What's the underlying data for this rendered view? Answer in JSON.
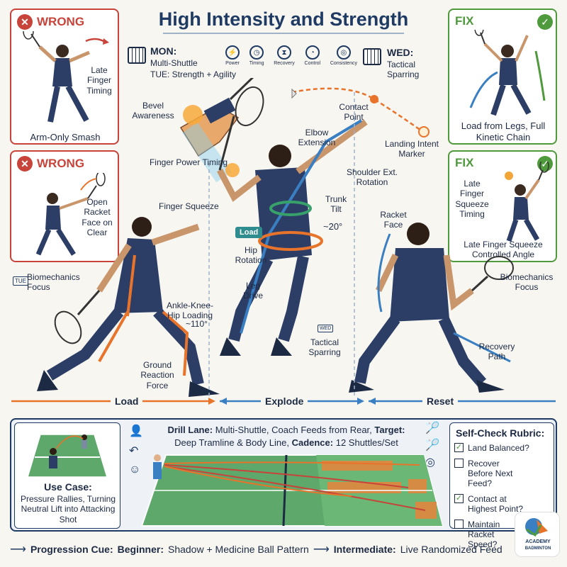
{
  "title": "High Intensity and Strength",
  "schedule": {
    "mon_label": "MON:",
    "mon_text": "Multi-Shuttle",
    "tue_text": "TUE: Strength + Agility",
    "wed_label": "WED:",
    "wed_text": "Tactical Sparring",
    "icons": [
      "Power",
      "Timing",
      "Recovery",
      "Control",
      "Consistency"
    ]
  },
  "wrong1": {
    "tag": "WRONG",
    "label1": "Late Finger Timing",
    "caption": "Arm-Only Smash"
  },
  "wrong2": {
    "tag": "WRONG",
    "caption": "Open Racket Face on Clear"
  },
  "fix1": {
    "tag": "FIX",
    "caption": "Load from Legs, Full Kinetic Chain"
  },
  "fix2": {
    "tag": "FIX",
    "label1": "Late Finger Squeeze Timing",
    "caption": "Late Finger Squeeze Controlled Angle"
  },
  "annotations": {
    "bevel": "Bevel Awareness",
    "finger_power": "Finger Power Timing",
    "finger_squeeze": "Finger Squeeze",
    "elbow": "Elbow Extension",
    "contact": "Contact Point",
    "landing": "Landing Intent Marker",
    "shoulder": "Shoulder Ext. Rotation",
    "trunk": "Trunk Tilt",
    "trunk_angle": "~20°",
    "load_badge": "Load",
    "hip": "Hip Rotation",
    "leg": "Leg Drive",
    "akh": "Ankle-Knee-Hip Loading",
    "akh_angle": "~110°",
    "grf": "Ground Reaction Force",
    "tue_badge": "TUE",
    "bio_left": "Biomechanics Focus",
    "wed_badge": "WED",
    "tactical": "Tactical Sparring",
    "racket_face": "Racket Face",
    "bio_right": "Biomechanics Focus",
    "recovery": "Recovery Path"
  },
  "phases": [
    "Load",
    "Explode",
    "Reset"
  ],
  "drill": {
    "lane_label": "Drill Lane:",
    "lane_text": "Multi-Shuttle, Coach Feeds from Rear,",
    "target_label": "Target:",
    "target_text": "Deep Tramline & Body Line,",
    "cadence_label": "Cadence:",
    "cadence_text": "12 Shuttles/Set"
  },
  "use_case": {
    "title": "Use Case:",
    "text": "Pressure Rallies, Turning Neutral Lift into Attacking Shot"
  },
  "rubric": {
    "title": "Self-Check Rubric:",
    "items": [
      {
        "text": "Land Balanced?",
        "checked": true
      },
      {
        "text": "Recover Before Next Feed?",
        "checked": false
      },
      {
        "text": "Contact at Highest Point?",
        "checked": true
      },
      {
        "text": "Maintain Racket Speed?",
        "checked": false
      }
    ]
  },
  "progression": {
    "label": "Progression Cue:",
    "beginner_label": "Beginner:",
    "beginner_text": "Shadow + Medicine Ball Pattern",
    "intermediate_label": "Intermediate:",
    "intermediate_text": "Live Randomized Feed"
  },
  "logo": {
    "line1": "ACADEMY",
    "line2": "BADMINTON"
  },
  "colors": {
    "navy": "#1f3b64",
    "orange": "#e8742c",
    "red": "#c8443a",
    "green": "#4f9a3c",
    "teal": "#2f8d8f",
    "court": "#5da86a"
  }
}
